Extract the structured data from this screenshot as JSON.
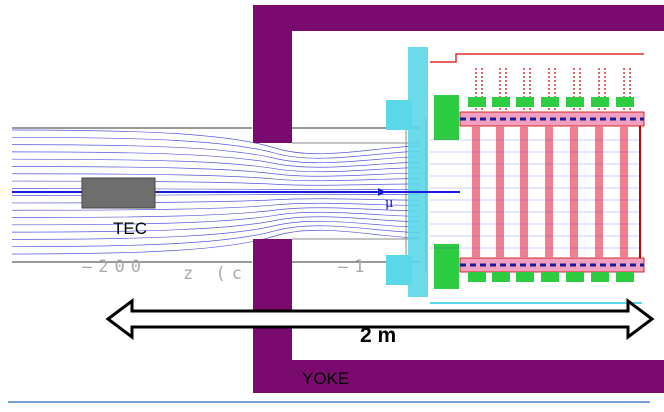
{
  "labels": {
    "tec": "TEC",
    "yoke": "YOKE",
    "dimension": "2 m",
    "muon": "μ"
  },
  "axis_text": {
    "left_tick": "—200",
    "axis_name": "z (c",
    "right_tick": "—1"
  },
  "colors": {
    "yoke": "#7a0a6e",
    "field_lines": "#3a3ad8",
    "beam_line": "#1a1ae0",
    "tec_block": "#6e6e6e",
    "cyan_component": "#5ad7e8",
    "green_component": "#2ecc40",
    "red_dashed": "#e03030",
    "pink_stripe": "#f08090",
    "footer_line": "#4a7fd4"
  }
}
